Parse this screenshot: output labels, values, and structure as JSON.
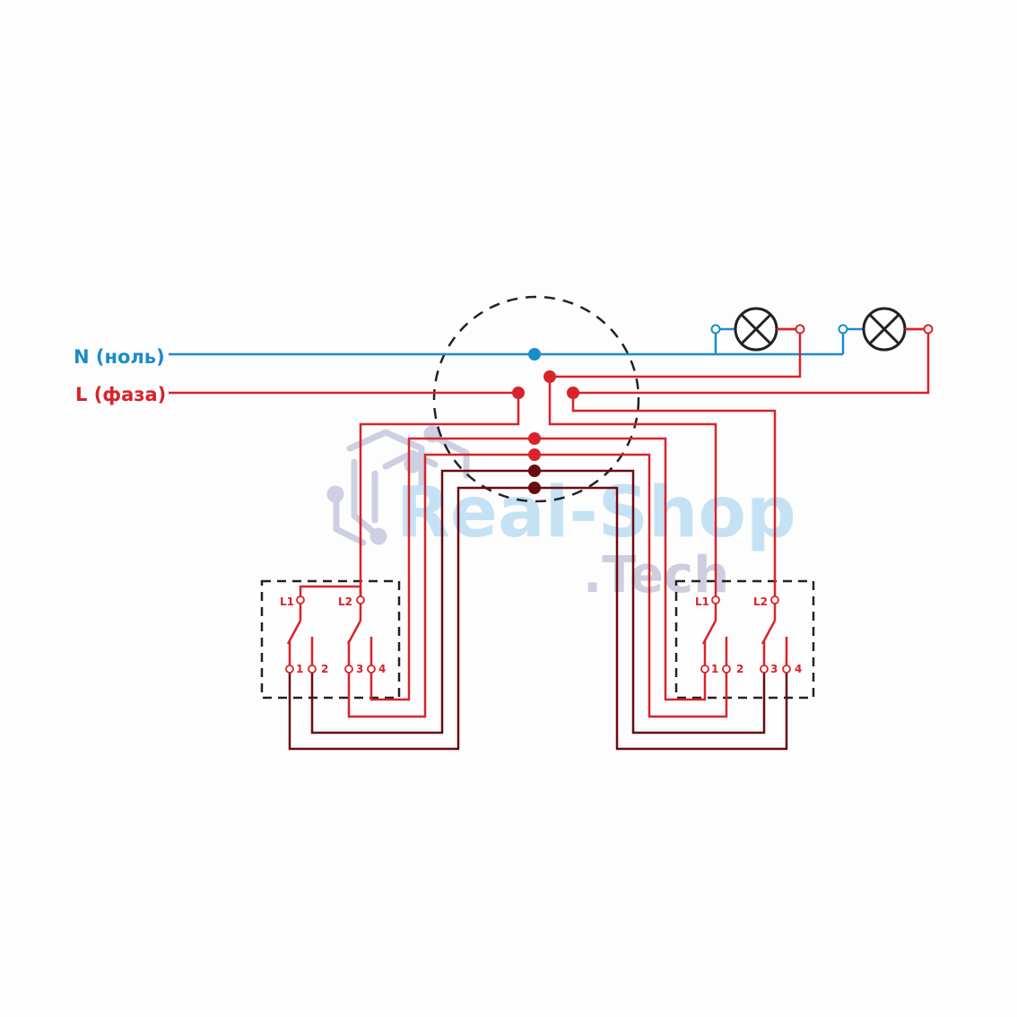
{
  "labels": {
    "neutral": "N (ноль)",
    "phase": "L (фаза)"
  },
  "watermark": {
    "line1": "Real-Shop",
    "line2": ".Tech"
  },
  "switch_terminals": {
    "l1": "L1",
    "l2": "L2",
    "t1": "1",
    "t2": "2",
    "t3": "3",
    "t4": "4"
  },
  "colors": {
    "neutral": "#1a8ccc",
    "phase": "#d8232a",
    "dark_wire": "#6b0a10",
    "lamp": "#222222",
    "box": "#222222",
    "watermark_text": "#bfe0f5",
    "watermark_tech": "#c9c9dd"
  },
  "icons": [
    "lamp-icon",
    "lamp-icon",
    "watermark-logo-icon"
  ]
}
